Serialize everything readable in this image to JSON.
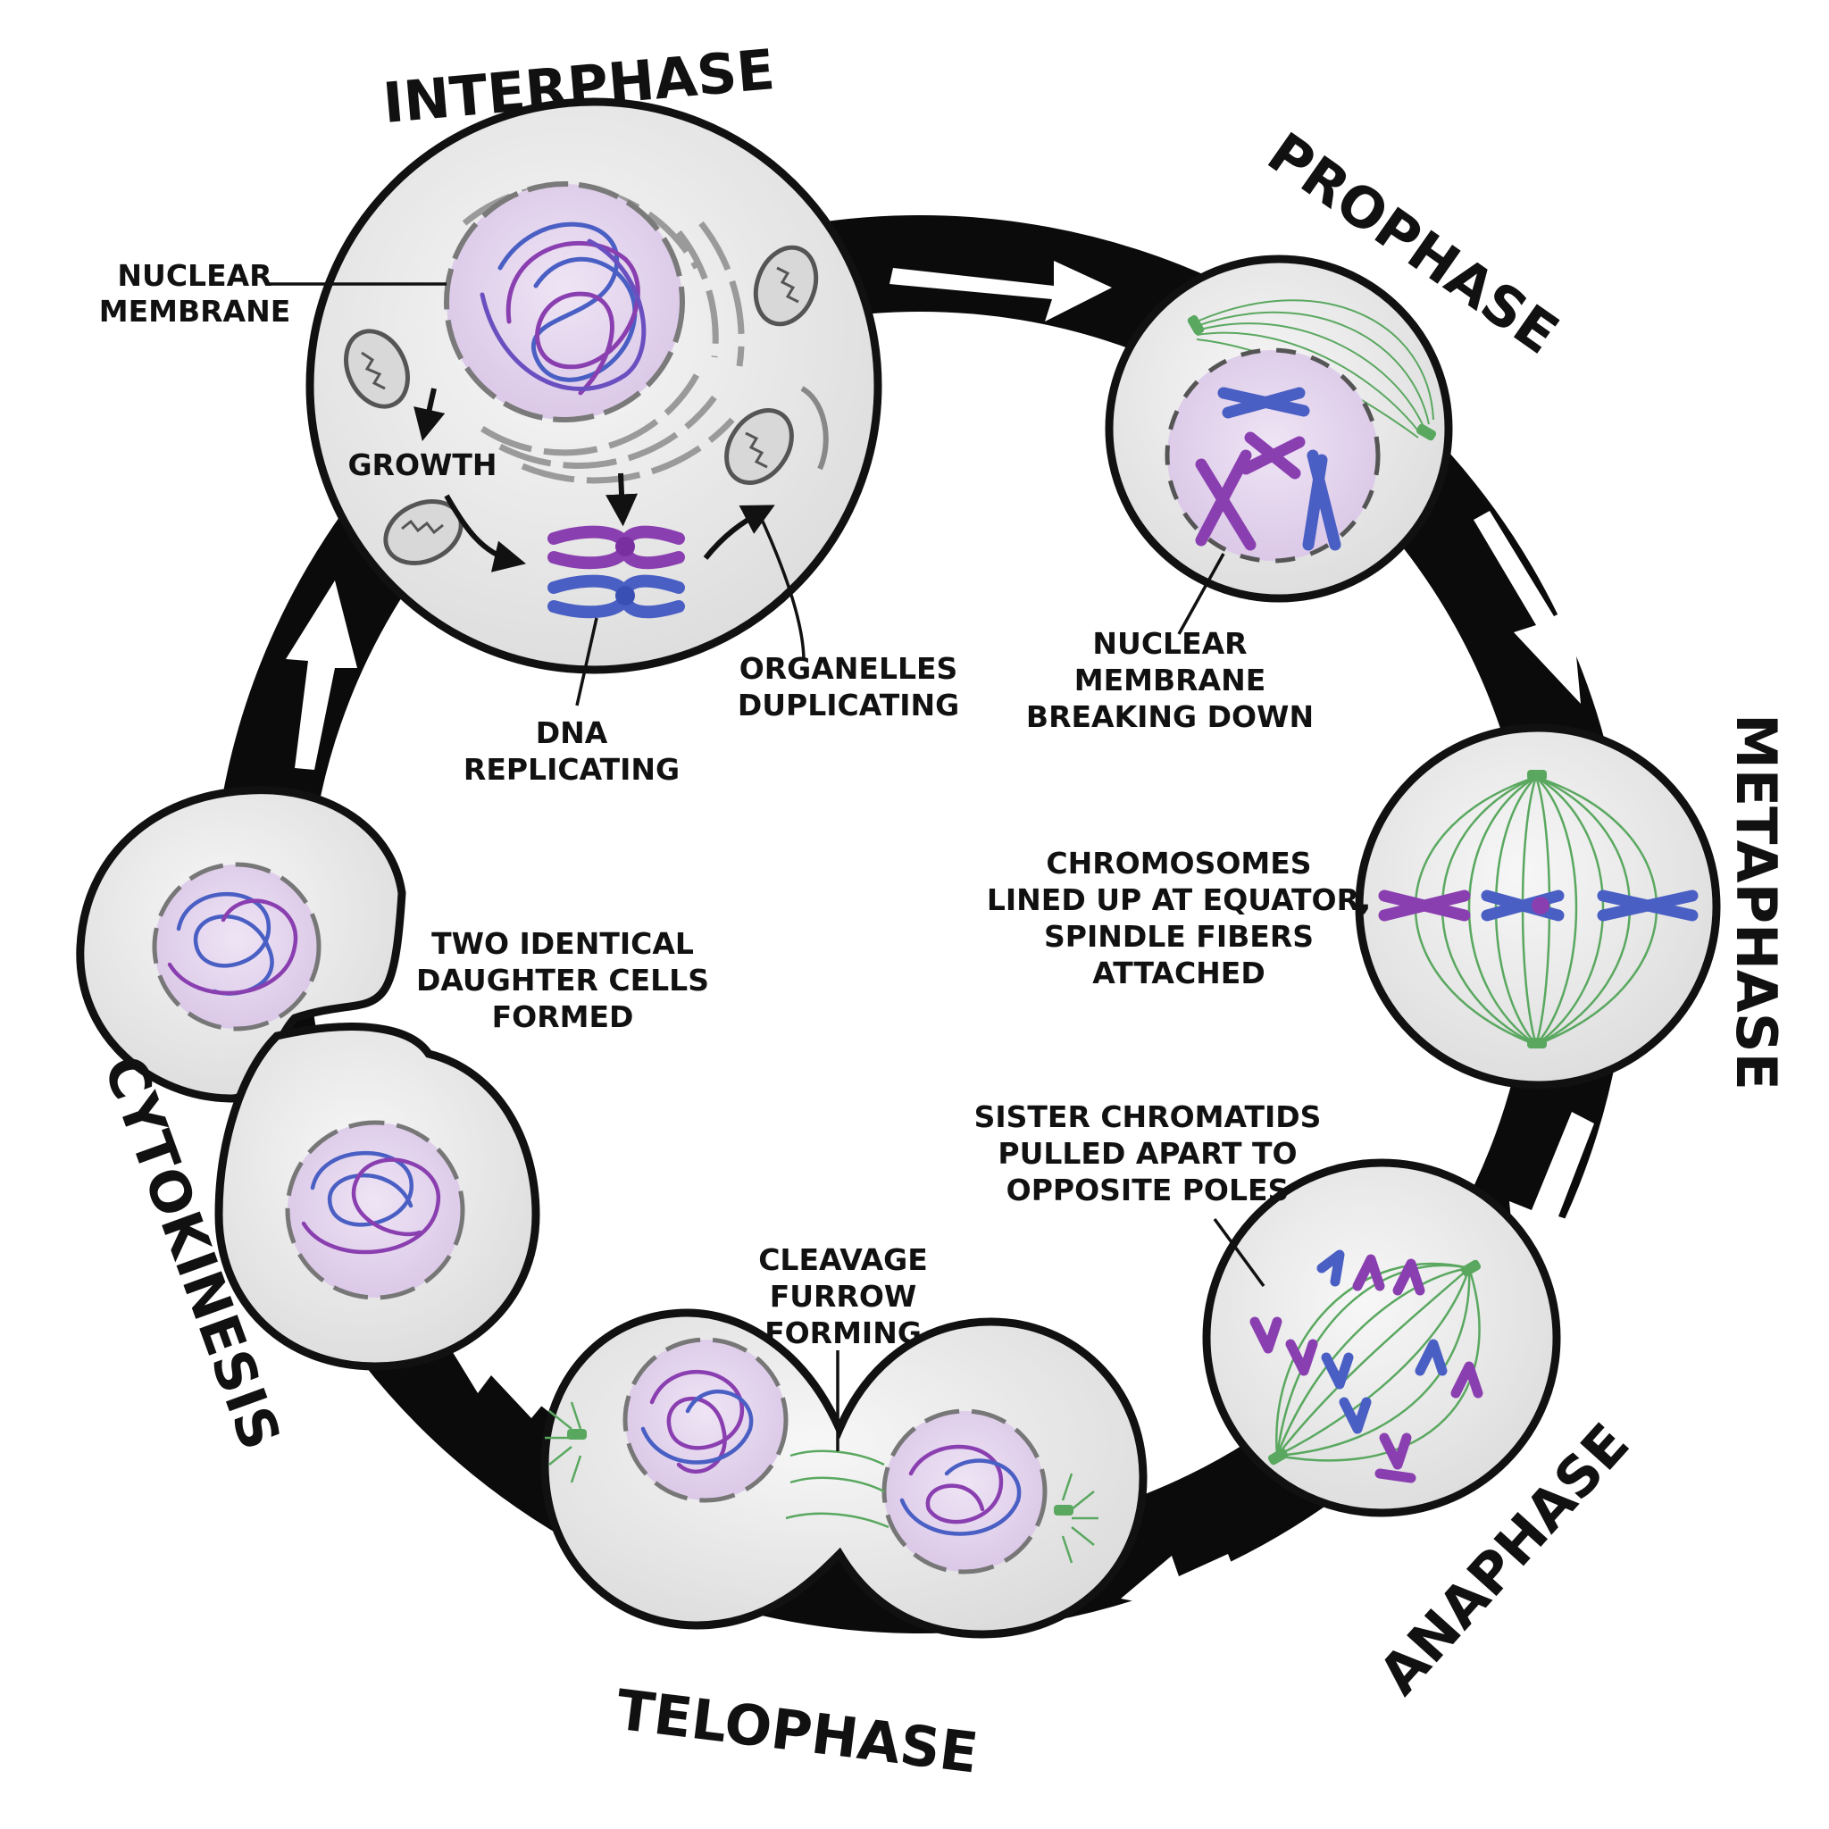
{
  "phases": {
    "interphase": "INTERPHASE",
    "prophase": "PROPHASE",
    "metaphase": "METAPHASE",
    "anaphase": "ANAPHASE",
    "telophase": "TELOPHASE",
    "cytokinesis": "CYTOKINESIS"
  },
  "labels": {
    "nuclear_membrane": [
      "NUCLEAR",
      "MEMBRANE"
    ],
    "growth": [
      "GROWTH"
    ],
    "dna_replicating": [
      "DNA",
      "REPLICATING"
    ],
    "organelles_duplicating": [
      "ORGANELLES",
      "DUPLICATING"
    ],
    "nuclear_membrane_breaking": [
      "NUCLEAR",
      "MEMBRANE",
      "BREAKING DOWN"
    ],
    "chromosomes_lined_up": [
      "CHROMOSOMES",
      "LINED UP AT EQUATOR,",
      "SPINDLE FIBERS",
      "ATTACHED"
    ],
    "sister_chromatids": [
      "SISTER CHROMATIDS",
      "PULLED APART TO",
      "OPPOSITE POLES"
    ],
    "cleavage_furrow": [
      "CLEAVAGE",
      "FURROW",
      "FORMING"
    ],
    "two_daughter_cells": [
      "TWO IDENTICAL",
      "DAUGHTER CELLS",
      "FORMED"
    ]
  },
  "colors": {
    "ring": "#0b0b0b",
    "cell_fill": "#ececec",
    "nucleus_fill": "#e6d8ee",
    "dna_purple": "#8a3fb0",
    "dna_blue": "#4a5fc4",
    "spindle_green": "#5aa860"
  }
}
